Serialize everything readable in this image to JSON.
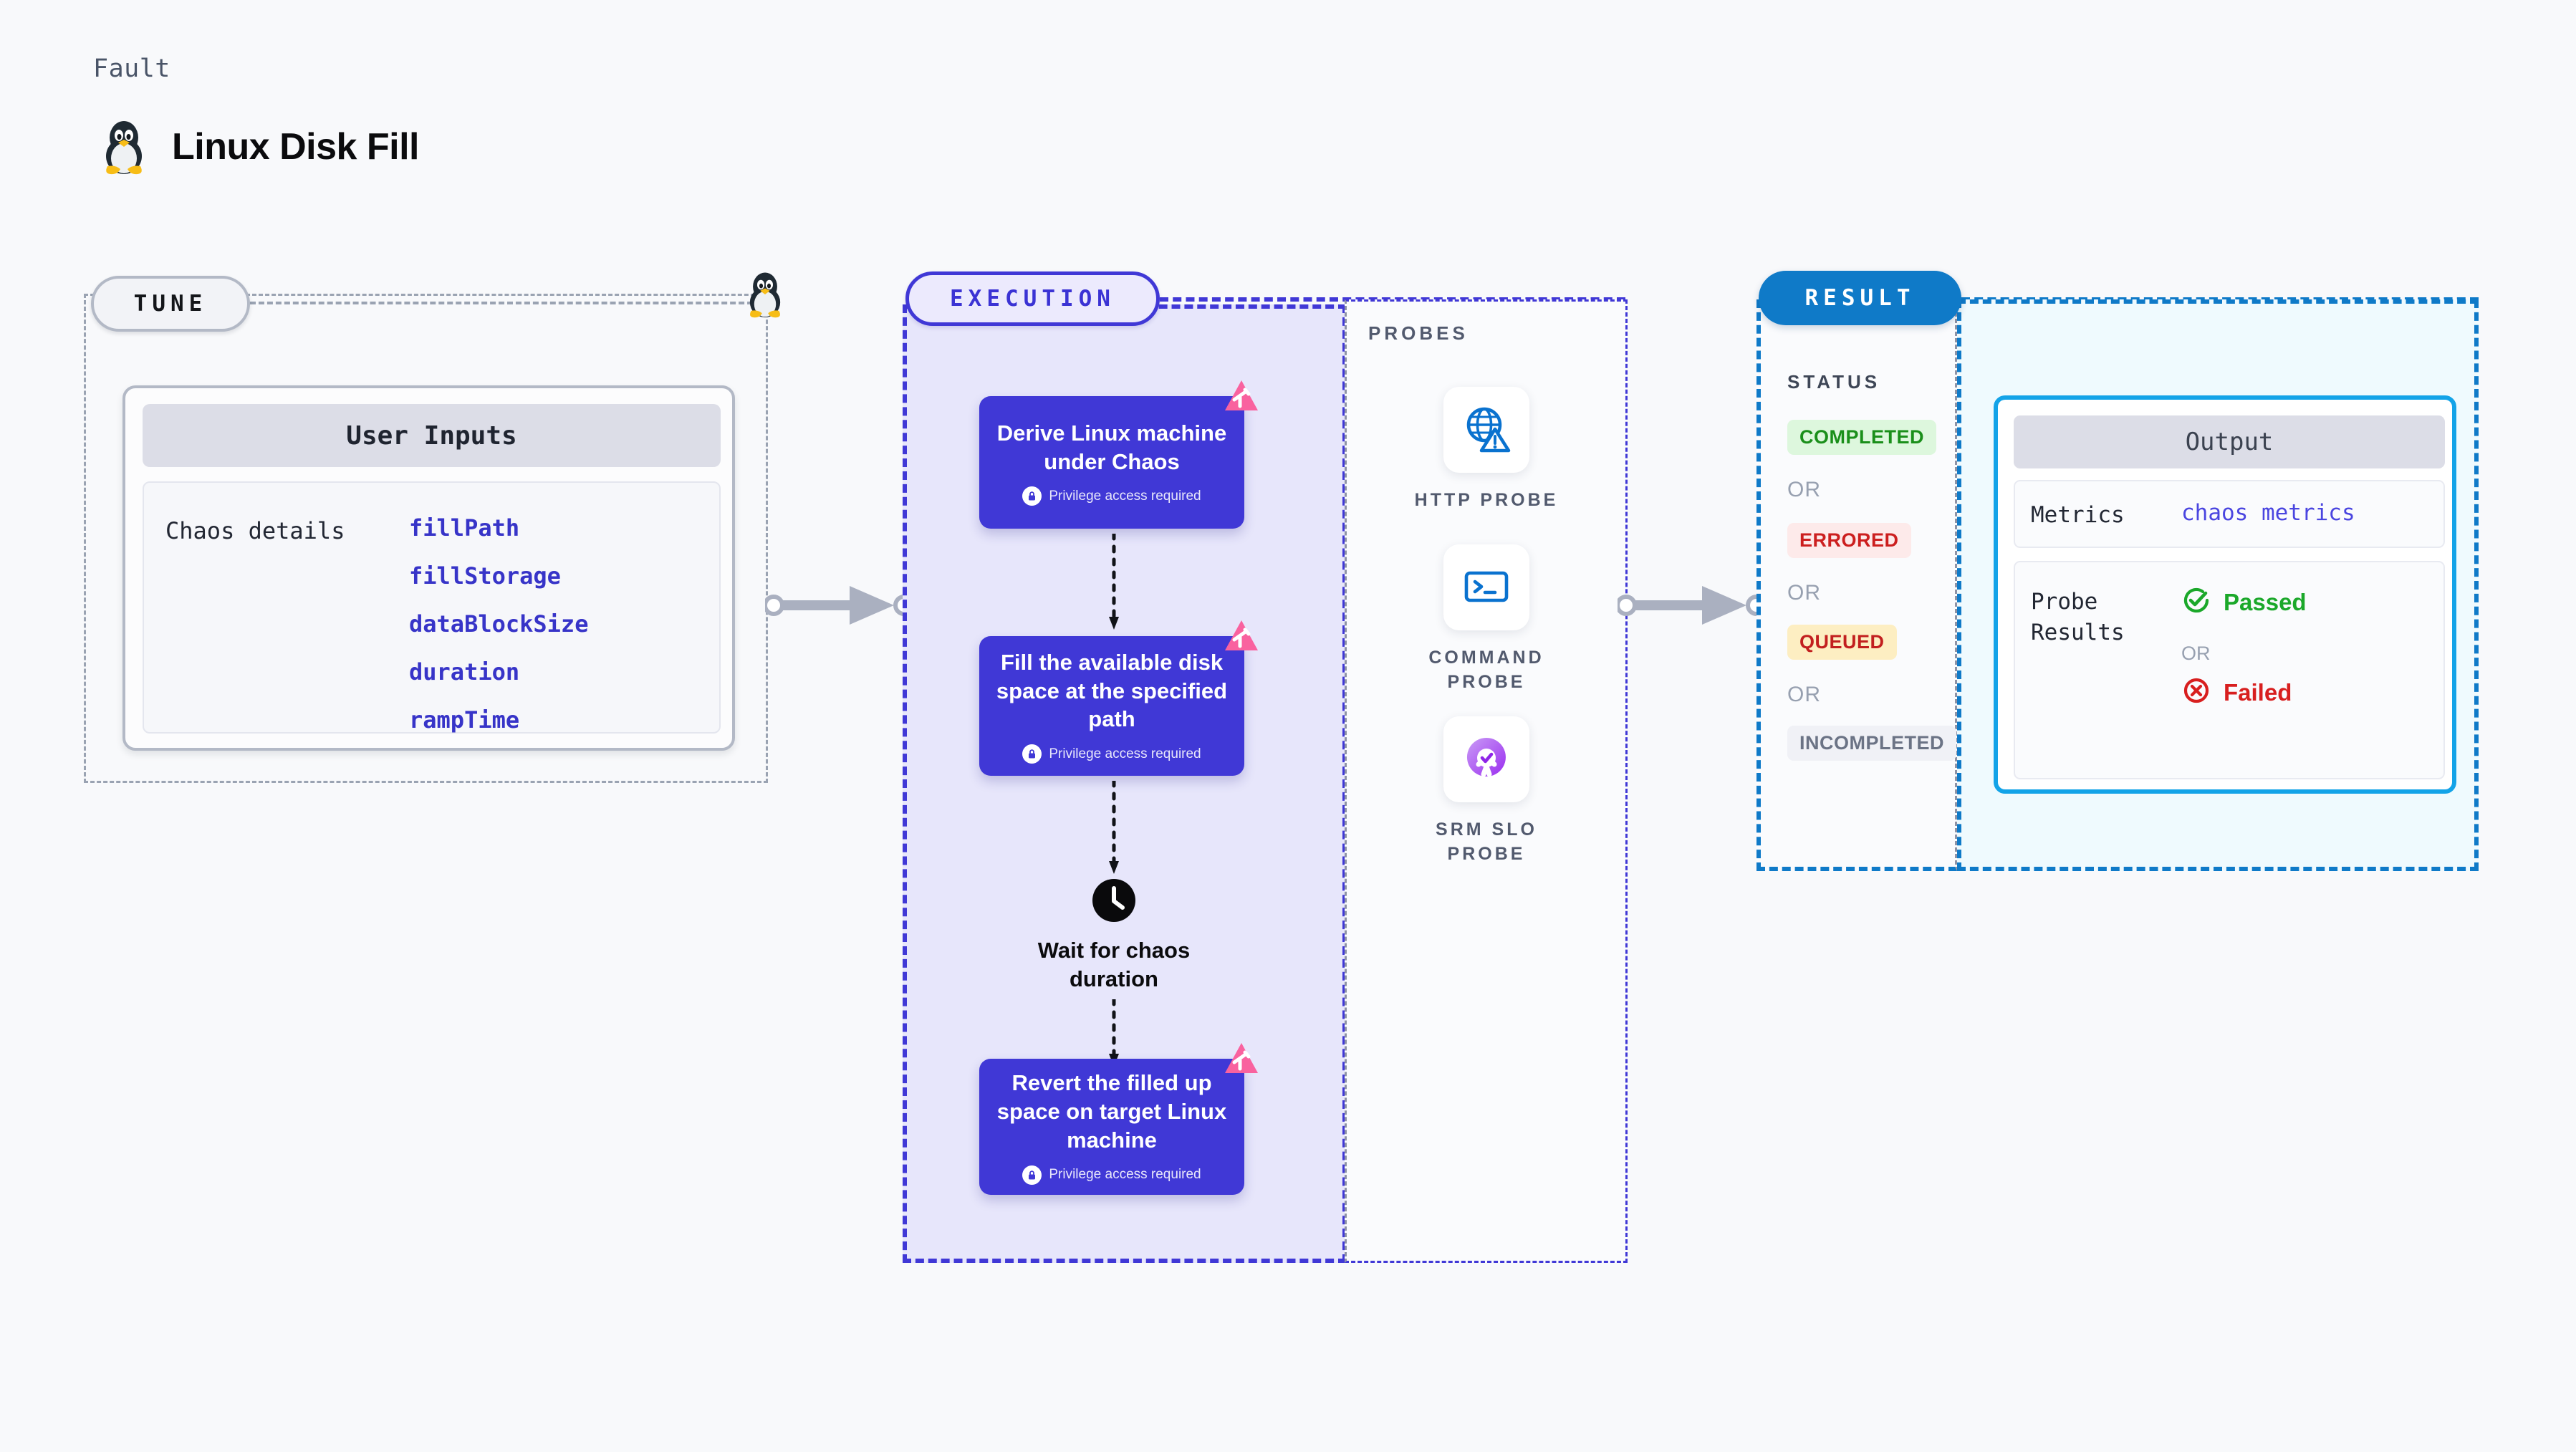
{
  "header": {
    "eyebrow": "Fault",
    "title": "Linux Disk Fill",
    "icon": "linux-tux-icon"
  },
  "tune": {
    "label": "TUNE",
    "card_title": "User Inputs",
    "row_label": "Chaos details",
    "inputs": [
      "fillPath",
      "fillStorage",
      "dataBlockSize",
      "duration",
      "rampTime"
    ]
  },
  "execution": {
    "label": "EXECUTION",
    "privilege_note": "Privilege access required",
    "steps": [
      {
        "title": "Derive Linux machine under Chaos",
        "privileged": true,
        "type": "task",
        "badge": "chaos-ribbon-icon"
      },
      {
        "title": "Fill the available disk space at the specified path",
        "privileged": true,
        "type": "task",
        "badge": "chaos-ribbon-icon"
      },
      {
        "title": "Wait for chaos duration",
        "privileged": false,
        "type": "wait",
        "badge": "clock-icon"
      },
      {
        "title": "Revert the filled up space on target Linux machine",
        "privileged": true,
        "type": "task",
        "badge": "chaos-ribbon-icon"
      }
    ]
  },
  "probes": {
    "label": "PROBES",
    "items": [
      {
        "name": "HTTP PROBE",
        "icon": "globe-warning-icon"
      },
      {
        "name": "COMMAND PROBE",
        "icon": "terminal-icon"
      },
      {
        "name": "SRM SLO PROBE",
        "icon": "slo-donut-check-icon"
      }
    ]
  },
  "result": {
    "label": "RESULT",
    "status_heading": "STATUS",
    "or_text": "OR",
    "statuses": [
      {
        "text": "COMPLETED",
        "fg": "#1a8f1a",
        "bg": "#ddf7dd"
      },
      {
        "text": "ERRORED",
        "fg": "#cc1f1f",
        "bg": "#fdeaea"
      },
      {
        "text": "QUEUED",
        "fg": "#c21f1f",
        "bg": "#fdeec2"
      },
      {
        "text": "INCOMPLETED",
        "fg": "#6b7385",
        "bg": "#f0f1f6"
      }
    ]
  },
  "output": {
    "card_title": "Output",
    "metrics_key": "Metrics",
    "metrics_value": "chaos metrics",
    "probe_results_key": "Probe Results",
    "or_text": "OR",
    "passed": {
      "text": "Passed",
      "color": "#1ba82a",
      "icon": "check-circle-icon"
    },
    "failed": {
      "text": "Failed",
      "color": "#d81f1f",
      "icon": "x-circle-icon"
    }
  },
  "colors": {
    "accent_indigo": "#4038d6",
    "accent_blue": "#0f7ac8",
    "accent_cyan": "#13a3e8",
    "accent_pink": "#f9629f",
    "connector_gray": "#aab0c0"
  }
}
